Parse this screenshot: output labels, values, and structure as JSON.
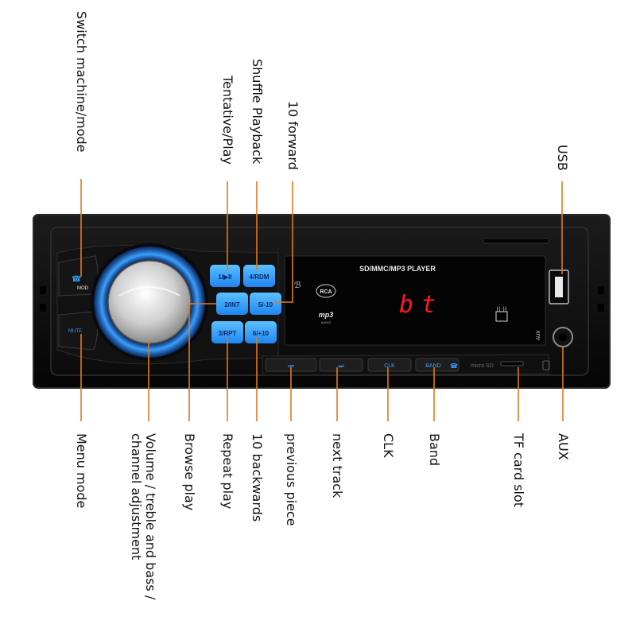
{
  "device": {
    "display_title": "SD/MMC/MP3 PLAYER",
    "display_readout": "bt",
    "logo_rca": "RCA",
    "logo_mp3": "mp3",
    "logo_mp3_sub": "AUDIO",
    "aux_port_label": "AUX",
    "mod_button_label": "MOD",
    "mute_button_label": "MUTE",
    "microsd_slot_label": "micro SD",
    "buttons": {
      "b1": "1/▶II",
      "b2": "2/INT",
      "b3": "3/RPT",
      "b4": "4/RDM",
      "b5": "5/-10",
      "b6": "6/+10",
      "clk": "CLK",
      "band": "BAND"
    },
    "colors": {
      "button_backlight": "#35a6ff",
      "display_digits": "#ff1a1a",
      "leader_line": "#e07a1e"
    }
  },
  "callouts": {
    "switch_mode": "Switch machine/mode",
    "tentative_play": "Tentative/Play",
    "shuffle_playback": "Shuffle Playback",
    "ten_forward": "10 forward",
    "usb": "USB",
    "menu_mode": "Menu mode",
    "volume_line1": "Volume / treble and bass /",
    "volume_line2": "channel adjustment",
    "browse_play": "Browse play",
    "repeat_play": "Repeat play",
    "ten_backwards": "10 backwards",
    "previous_piece": "previous piece",
    "next_track": "next track",
    "clk": "CLK",
    "band": "Band",
    "tf_card_slot": "TF card slot",
    "aux": "AUX"
  }
}
